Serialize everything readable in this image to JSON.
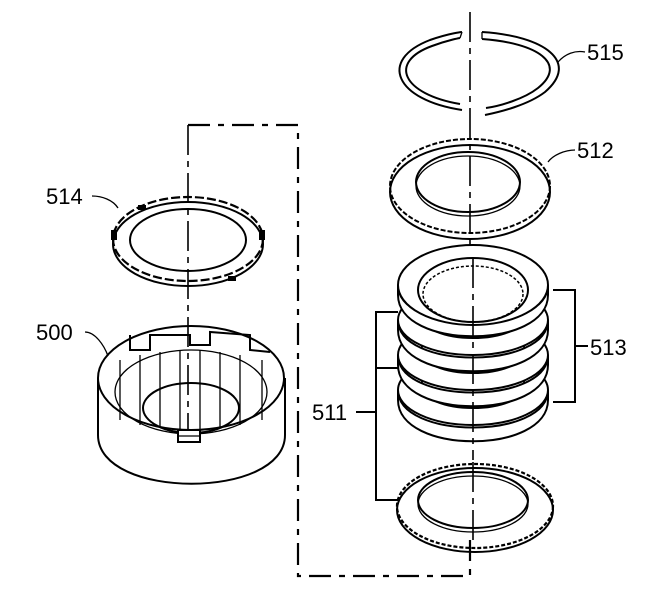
{
  "callouts": {
    "c515": "515",
    "c512": "512",
    "c514": "514",
    "c500": "500",
    "c513": "513",
    "c511": "511"
  }
}
